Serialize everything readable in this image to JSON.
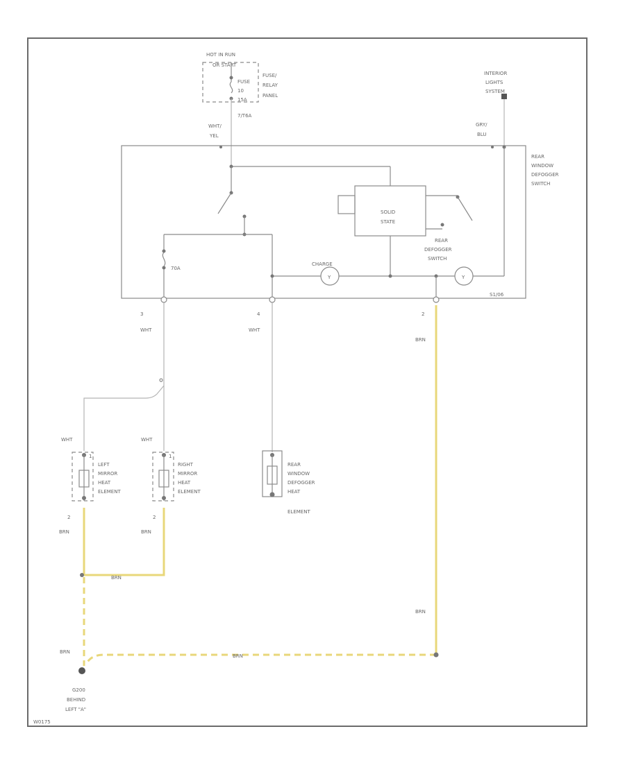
{
  "hot_in_run": {
    "line1": "HOT IN RUN",
    "line2": "OR START"
  },
  "fuse": {
    "line1": "FUSE",
    "line2": "10",
    "line3": "15A"
  },
  "fuse_relay_panel": {
    "line1": "FUSE/",
    "line2": "RELAY",
    "line3": "PANEL"
  },
  "fuse_connector": "7/T6A",
  "feed_wire": {
    "line1": "WHT/",
    "line2": "YEL"
  },
  "interior_lights": {
    "line1": "INTERIOR",
    "line2": "LIGHTS",
    "line3": "SYSTEM"
  },
  "illum_wire": {
    "line1": "GRY/",
    "line2": "BLU"
  },
  "switch_assembly": {
    "line1": "REAR",
    "line2": "WINDOW",
    "line3": "DEFOGGER",
    "line4": "SWITCH"
  },
  "solid_state": {
    "line1": "SOLID",
    "line2": "STATE"
  },
  "rear_defogger_switch": {
    "line1": "REAR",
    "line2": "DEFOGGER",
    "line3": "SWITCH"
  },
  "diode_label": "70A",
  "bulb1_label": "CHARGE",
  "connector_label": "S1/06",
  "pins": {
    "left": "3",
    "mid": "4",
    "right": "2"
  },
  "wire_colors": {
    "left_down": "WHT",
    "mid_down": "WHT",
    "right_down": "BRN",
    "left_mirror_in": "WHT",
    "right_mirror_in": "WHT",
    "left_mirror_out": "BRN",
    "right_mirror_out": "BRN",
    "mirror_join": "BRN",
    "ground_vertical": "BRN",
    "ground_left": "BRN",
    "ground_horizontal": "BRN"
  },
  "mirror_pins": {
    "left_top": "1",
    "left_bottom": "2",
    "right_top": "1",
    "right_bottom": "2"
  },
  "left_mirror": {
    "line1": "LEFT",
    "line2": "MIRROR",
    "line3": "HEAT",
    "line4": "ELEMENT"
  },
  "right_mirror": {
    "line1": "RIGHT",
    "line2": "MIRROR",
    "line3": "HEAT",
    "line4": "ELEMENT"
  },
  "rear_element": {
    "line1": "REAR",
    "line2": "WINDOW",
    "line3": "DEFOGGER",
    "line4": "HEAT",
    "line5": "ELEMENT"
  },
  "ground": {
    "line1": "G200",
    "line2": "BEHIND",
    "line3": "LEFT \"A\""
  },
  "footer_code": "W0175"
}
